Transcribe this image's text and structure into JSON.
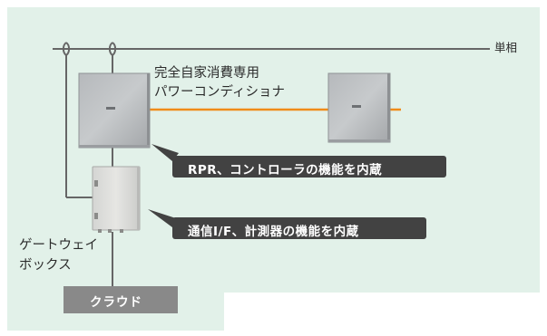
{
  "labels": {
    "single_phase": "単相",
    "pcs_line1": "完全自家消費専用",
    "pcs_line2": "パワーコンディショナ",
    "callout_rpr": "RPR、コントローラの機能を内蔵",
    "callout_comm": "通信I/F、計測器の機能を内蔵",
    "gateway_line1": "ゲートウェイ",
    "gateway_line2": "ボックス",
    "cloud": "クラウド"
  },
  "colors": {
    "background": "#e2f1e9",
    "wire": "#666666",
    "pcs_link": "#f08c1a",
    "callout": "#424242",
    "cloud_box": "#898989"
  }
}
